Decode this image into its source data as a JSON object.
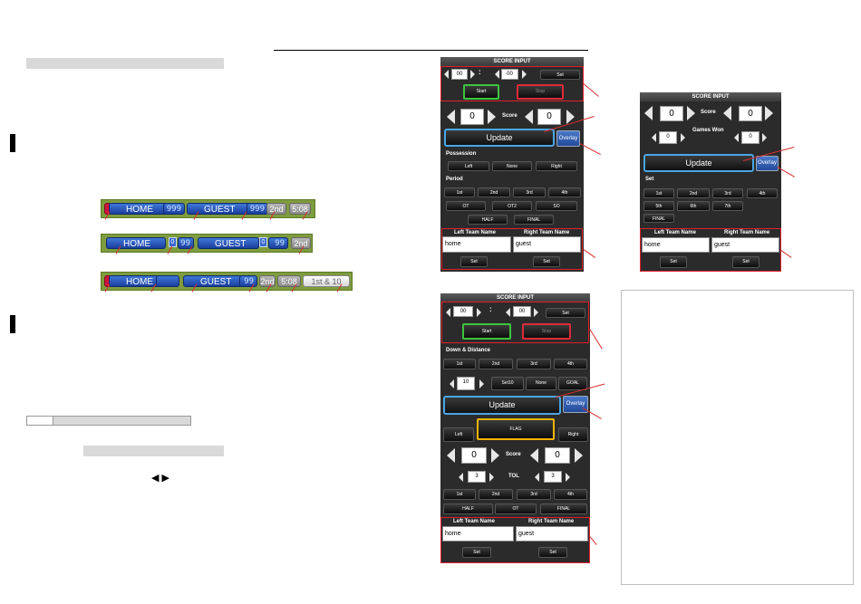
{
  "scoreboards": {
    "strip1": {
      "home": "HOME",
      "home_score": "999",
      "guest": "GUEST",
      "guest_score": "999",
      "period": "2nd",
      "clock": "5:08"
    },
    "strip2": {
      "home": "HOME",
      "home_sets": "0",
      "home_score": "99",
      "guest": "GUEST",
      "guest_sets": "0",
      "guest_score": "99",
      "period": "2nd"
    },
    "strip3": {
      "home": "HOME",
      "guest": "GUEST",
      "guest_score": "99",
      "period": "2nd",
      "clock": "5:08",
      "down_distance": "1st & 10"
    }
  },
  "panel1": {
    "title": "SCORE INPUT",
    "clock_min": "00",
    "clock_sep": ":",
    "clock_sec": "00",
    "set_label": "Set",
    "start_label": "Start",
    "stop_label": "Stop",
    "score_label": "Score",
    "left_score": "0",
    "right_score": "0",
    "update_label": "Update",
    "overlay_label": "Overlay",
    "possession_label": "Possession",
    "poss_left": "Left",
    "poss_none": "None",
    "poss_right": "Right",
    "period_label": "Period",
    "periods": [
      "1st",
      "2nd",
      "3rd",
      "4th"
    ],
    "ot_buttons": [
      "OT",
      "OT2",
      "SO"
    ],
    "half_label": "HALF",
    "final_label": "FINAL",
    "left_team_label": "Left Team Name",
    "right_team_label": "Right Team Name",
    "left_team": "home",
    "right_team": "guest"
  },
  "panel2": {
    "title": "SCORE INPUT",
    "score_label": "Score",
    "left_score": "0",
    "right_score": "0",
    "games_won_label": "Games Won",
    "left_games": "0",
    "right_games": "0",
    "update_label": "Update",
    "overlay_label": "Overlay",
    "set_section_label": "Set",
    "sets_row1": [
      "1st",
      "2nd",
      "3rd",
      "4th"
    ],
    "sets_row2": [
      "5th",
      "6th",
      "7th"
    ],
    "final_label": "FINAL",
    "left_team_label": "Left Team Name",
    "right_team_label": "Right Team Name",
    "left_team": "home",
    "right_team": "guest",
    "set_label": "Set"
  },
  "panel3": {
    "title": "SCORE INPUT",
    "clock_min": "00",
    "clock_sep": ":",
    "clock_sec": "00",
    "set_label": "Set",
    "start_label": "Start",
    "stop_label": "Stop",
    "down_distance_label": "Down & Distance",
    "downs": [
      "1st",
      "2nd",
      "3rd",
      "4th"
    ],
    "distance": "10",
    "set10_label": "Set10",
    "none_label": "None",
    "goal_label": "GOAL",
    "update_label": "Update",
    "overlay_label": "Overlay",
    "left_label": "Left",
    "flag_label": "FLAG",
    "right_label": "Right",
    "score_label": "Score",
    "left_score": "0",
    "right_score": "0",
    "tol_label": "TOL",
    "left_tol": "3",
    "right_tol": "3",
    "quarters": [
      "1st",
      "2nd",
      "3rd",
      "4th"
    ],
    "half_label": "HALF",
    "ot_label": "OT",
    "final_label": "FINAL",
    "left_team_label": "Left Team Name",
    "right_team_label": "Right Team Name",
    "left_team": "home",
    "right_team": "guest"
  },
  "icons": {
    "arrows": "◀ ▶"
  },
  "colors": {
    "panel_bg": "#2b2b2b",
    "strip_bg": "#7f9c3e",
    "callout": "#d62f2f",
    "update_border": "#4aa6e8"
  }
}
